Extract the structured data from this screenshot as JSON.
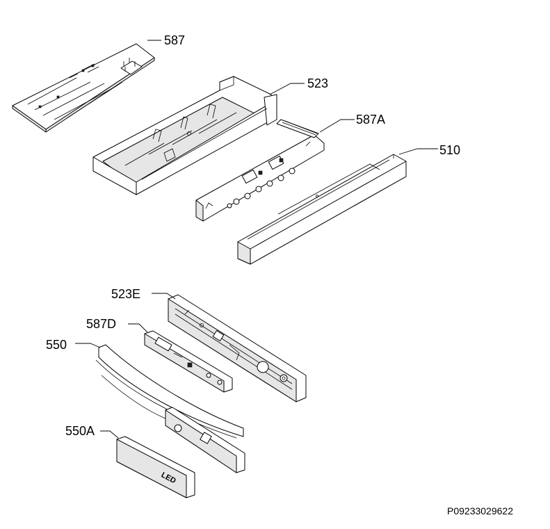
{
  "callouts": {
    "c587": "587",
    "c523": "523",
    "c587A": "587A",
    "c510": "510",
    "c523E": "523E",
    "c587D": "587D",
    "c550": "550",
    "c550A": "550A"
  },
  "part_marking": {
    "led": "LED"
  },
  "drawing_code": "P09233029622"
}
